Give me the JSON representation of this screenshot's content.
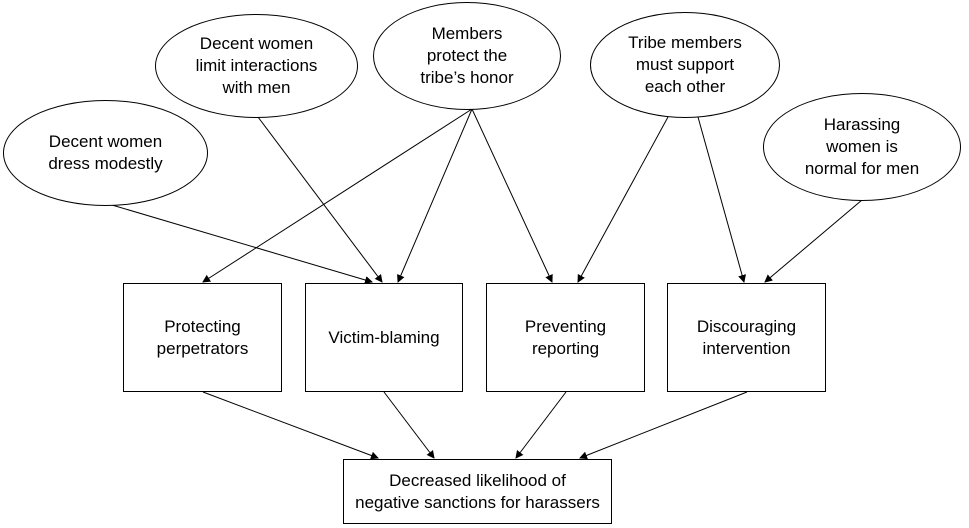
{
  "beliefs": {
    "dress": "Decent women\ndress modestly",
    "interact": "Decent women\nlimit interactions\nwith men",
    "honor": "Members\nprotect the\ntribe’s honor",
    "support": "Tribe members\nmust support\neach other",
    "harass": "Harassing\nwomen is\nnormal for men"
  },
  "mechanisms": {
    "protecting": "Protecting\nperpetrators",
    "victim": "Victim-blaming",
    "preventing": "Preventing\nreporting",
    "discouraging": "Discouraging\nintervention"
  },
  "outcome": {
    "label": "Decreased likelihood of\nnegative sanctions for harassers"
  },
  "edges": [
    [
      "dress",
      "victim"
    ],
    [
      "interact",
      "victim"
    ],
    [
      "honor",
      "protecting"
    ],
    [
      "honor",
      "victim"
    ],
    [
      "honor",
      "preventing"
    ],
    [
      "support",
      "preventing"
    ],
    [
      "support",
      "discouraging"
    ],
    [
      "harass",
      "discouraging"
    ],
    [
      "protecting",
      "outcome"
    ],
    [
      "victim",
      "outcome"
    ],
    [
      "preventing",
      "outcome"
    ],
    [
      "discouraging",
      "outcome"
    ]
  ]
}
